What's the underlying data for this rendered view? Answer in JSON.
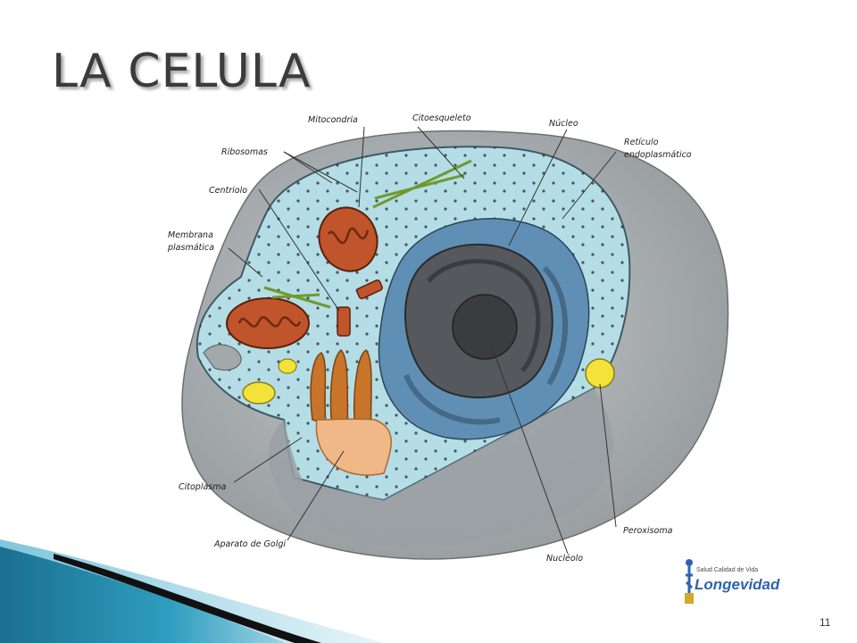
{
  "slide": {
    "title": "LA CELULA",
    "page_number": "11"
  },
  "diagram": {
    "labels": {
      "mitocondria": "Mitocondria",
      "citoesqueleto": "Citoesqueleto",
      "nucleo": "Núcleo",
      "reticulo_1": "Retículo",
      "reticulo_2": "endoplasmático",
      "ribosomas": "Ribosomas",
      "centriolo": "Centriolo",
      "membrana_1": "Membrana",
      "membrana_2": "plasmática",
      "citoplasma": "Citoplasma",
      "golgi": "Aparato de Golgi",
      "nucleolo": "Nucléolo",
      "peroxisoma": "Peroxisoma"
    }
  },
  "logo": {
    "tagline": "Salud Calidad de Vida",
    "brand": "Longevidad"
  },
  "colors": {
    "cytoplasm": "#b5dde6",
    "outer_gray": "#a3a8ab",
    "nucleus_blue": "#5f8fb4",
    "chromatin": "#55585c",
    "mitochondria": "#c0542a",
    "golgi": "#e3a14e",
    "peroxisome": "#f2e23a",
    "accent_teal": "#1a6e8e"
  }
}
